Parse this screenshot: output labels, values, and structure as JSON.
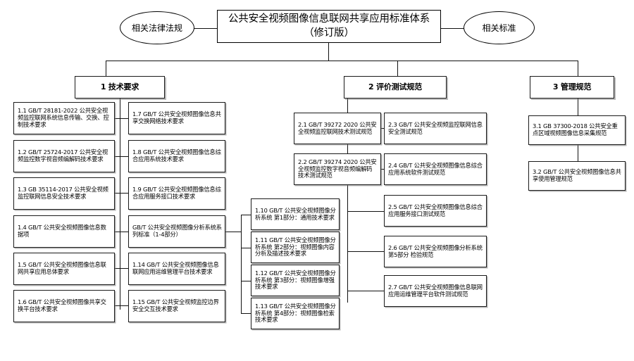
{
  "diagram": {
    "type": "hierarchy-tree",
    "root": {
      "line1": "公共安全视频图像信息联网共享应用标准体系",
      "line2": "（修订版）"
    },
    "side_nodes": {
      "left": "相关法律法规",
      "right": "相关标准"
    },
    "categories": [
      {
        "id": "cat1",
        "label": "1 技术要求"
      },
      {
        "id": "cat2",
        "label": "2 评价测试规范"
      },
      {
        "id": "cat3",
        "label": "3 管理规范"
      }
    ],
    "tech_col1": [
      {
        "id": "1.1",
        "text": "1.1 GB/T 28181-2022 公共安全视频监控联网系统信息传输、交换、控制技术要求"
      },
      {
        "id": "1.2",
        "text": "1.2 GB/T 25724-2017 公共安全视频监控数字视音频编解码技术要求"
      },
      {
        "id": "1.3",
        "text": "1.3 GB 35114-2017 公共安全视频监控联网信息安全技术要求"
      },
      {
        "id": "1.4",
        "text": "1.4 GB/T 公共安全视频图像信息数据项"
      },
      {
        "id": "1.5",
        "text": "1.5 GB/T 公共安全视频图像信息联网共享应用总体要求"
      },
      {
        "id": "1.6",
        "text": "1.6 GB/T 公共安全视频图像共享交换平台技术要求"
      }
    ],
    "tech_col2": [
      {
        "id": "1.7",
        "text": "1.7 GB/T 公共安全视频图像信息共享交换网络技术要求"
      },
      {
        "id": "1.8",
        "text": "1.8 GB/T 公共安全视频图像信息综合应用系统技术要求"
      },
      {
        "id": "1.9",
        "text": "1.9 GB/T 公共安全视频图像信息综合应用服务接口技术要求"
      },
      {
        "id": "1.10-1.13",
        "text": "GB/T 公共安全视频图像分析系统系列标准（1-4部分）"
      },
      {
        "id": "1.14",
        "text": "1.14  GB/T 公共安全视频图像信息联网应用运维管理平台技术要求"
      },
      {
        "id": "1.15",
        "text": "1.15 GB/T 公共安全视频监控边界安全交互技术要求"
      }
    ],
    "tech_col3": [
      {
        "id": "1.10",
        "text": "1.10   GB/T 公共安全视频图像分析系统 第1部分：通用技术要求"
      },
      {
        "id": "1.11",
        "text": "1.11  GB/T 公共安全视频图像分析系统 第2部分：视频图像内容分析及描述技术要求"
      },
      {
        "id": "1.12",
        "text": "1.12   GB/T 公共安全视频图像分析系统 第3部分：视频图像增强技术要求"
      },
      {
        "id": "1.13",
        "text": "1.13  GB/T 公共安全视频图像分析系统 第4部分：视频图像检索技术要求"
      }
    ],
    "eval_col1": [
      {
        "id": "2.1",
        "text": "2.1 GB/T 39272 2020 公共安全视频监控联网技术测试规范"
      },
      {
        "id": "2.2",
        "text": "2.2 GB/T 39274 2020 公共安全视频监控数字视音频编解码技术测试规范"
      }
    ],
    "eval_col2": [
      {
        "id": "2.3",
        "text": "2.3 GB/T 公共安全视频监控联网信息安全测试规范"
      },
      {
        "id": "2.4",
        "text": "2.4 GB/T 公共安全视频图像信息综合应用系统软件测试规范"
      },
      {
        "id": "2.5",
        "text": "2.5 GB/T 公共安全视频图像信息综合应用服务接口测试规范"
      },
      {
        "id": "2.6",
        "text": "2.6 GB/T 公共安全视频图像分析系统 第5部分 检验规范"
      },
      {
        "id": "2.7",
        "text": "2.7 GB/T 公共安全视频图像信息联网应用运维管理平台软件测试规范"
      }
    ],
    "manage_col": [
      {
        "id": "3.1",
        "text": "3.1 GB 37300-2018 公共安全重点区域视频图像信息采集规范"
      },
      {
        "id": "3.2",
        "text": "3.2 GB/T 公共安全视频图像信息共享使用管理规范"
      }
    ]
  }
}
